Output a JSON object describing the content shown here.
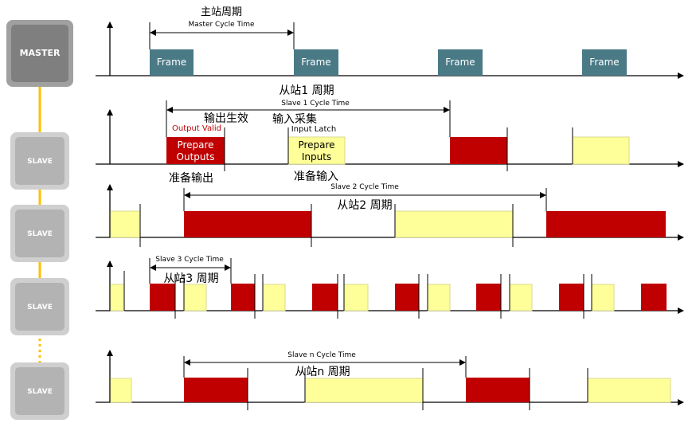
{
  "colors": {
    "frame": "#4a7a86",
    "red": "#c00000",
    "yellow": "#ffff99",
    "yellow_border": "#d8d890",
    "node_master_fill": "#7f7f7f",
    "node_master_border": "#a0a0a0",
    "node_slave_fill": "#b3b3b3",
    "node_slave_border": "#cfcfcf",
    "connector": "#ffc000",
    "axis": "#000000",
    "red_label": "#c00000"
  },
  "nodes": [
    {
      "label": "MASTER",
      "kind": "master"
    },
    {
      "label": "SLAVE",
      "kind": "slave"
    },
    {
      "label": "SLAVE",
      "kind": "slave"
    },
    {
      "label": "SLAVE",
      "kind": "slave"
    },
    {
      "label": "SLAVE",
      "kind": "slave"
    }
  ],
  "master": {
    "cycle_cn": "主站周期",
    "cycle_en": "Master Cycle Time",
    "frame_label": "Frame",
    "frame_count": 4
  },
  "slave1": {
    "cycle_cn": "从站1 周期",
    "cycle_en": "Slave 1 Cycle Time",
    "output_valid": "Output Valid",
    "output_valid_cn": "输出生效",
    "input_latch": "Input Latch",
    "input_latch_cn": "输入采集",
    "prepare_outputs_1": "Prepare",
    "prepare_outputs_2": "Outputs",
    "prepare_outputs_cn": "准备输出",
    "prepare_inputs_1": "Prepare",
    "prepare_inputs_2": "Inputs",
    "prepare_inputs_cn": "准备输入"
  },
  "slave2": {
    "cycle_cn": "从站2 周期",
    "cycle_en": "Slave 2 Cycle Time"
  },
  "slave3": {
    "cycle_cn": "从站3 周期",
    "cycle_en": "Slave 3 Cycle Time"
  },
  "slaven": {
    "cycle_cn": "从站n 周期",
    "cycle_en": "Slave n Cycle Time"
  }
}
